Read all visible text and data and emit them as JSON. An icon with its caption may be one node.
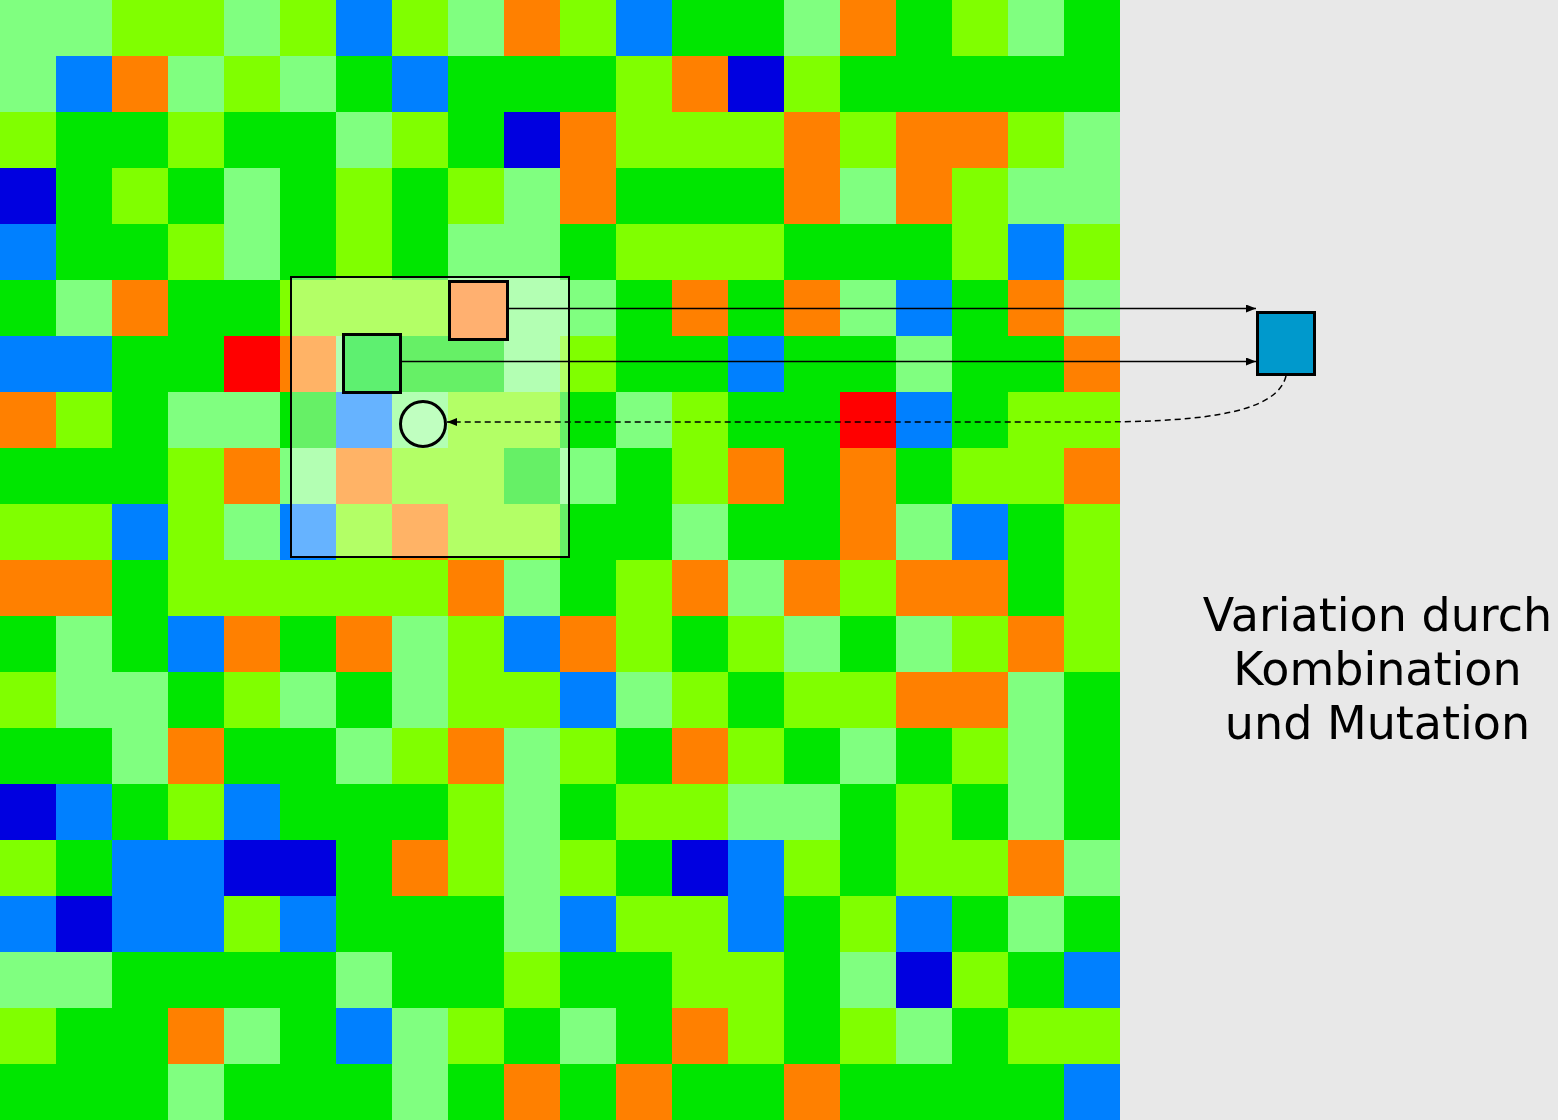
{
  "diagram": {
    "nodes": [
      {
        "text": [],
        "shape": "box"
      },
      {
        "text": [],
        "shape": "box",
        "in": 0
      },
      {
        "text": [],
        "shape": "box",
        "in": 0
      },
      {
        "text": [],
        "shape": "circle",
        "in": 0
      },
      {
        "text": [],
        "shape": "box"
      }
    ],
    "edges": [
      {
        "from": 1,
        "to": 4,
        "arrow": "to"
      },
      {
        "from": 2,
        "to": 4,
        "arrow": "to"
      },
      {
        "from": 4,
        "to": 3,
        "arrow": "to",
        "style": "dashed"
      }
    ],
    "labels": [
      "Variation durch Kombination und Mutation"
    ]
  }
}
